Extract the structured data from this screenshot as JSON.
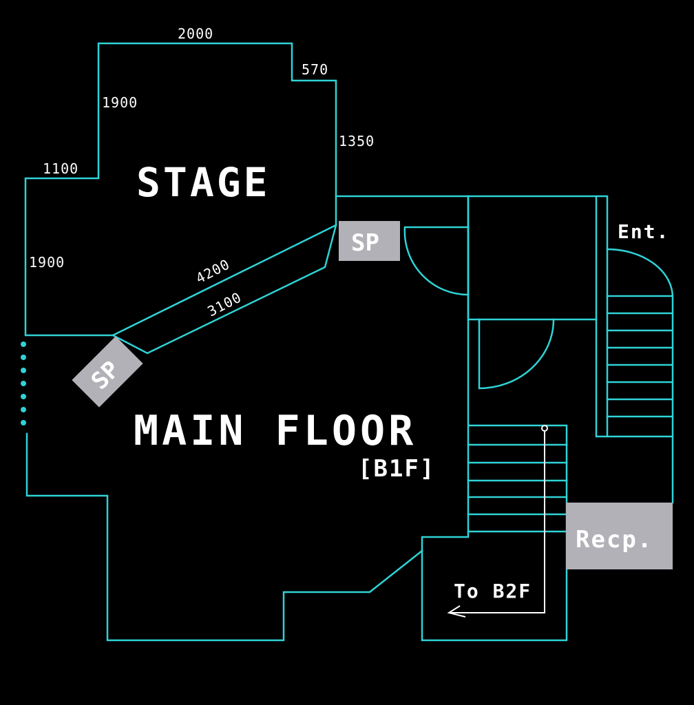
{
  "labels": {
    "stage": "STAGE",
    "main_floor": "MAIN FLOOR",
    "floor_level": "[B1F]",
    "entrance": "Ent.",
    "reception": "Recp.",
    "to_b2f": "To B2F",
    "speaker": "SP"
  },
  "dimensions": {
    "top": "2000",
    "top_step": "570",
    "left_upper": "1900",
    "right_side": "1350",
    "left_step": "1100",
    "left_lower": "1900",
    "stage_front_outer": "4200",
    "stage_front_inner": "3100"
  },
  "colors": {
    "background": "#000000",
    "walls": "#2fd3d6",
    "text": "#ffffff",
    "speaker_box": "#b3b1b8"
  }
}
